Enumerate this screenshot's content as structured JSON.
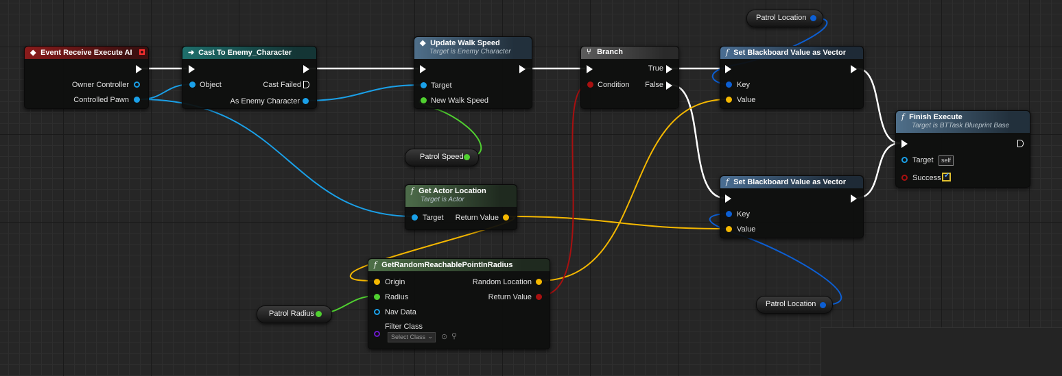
{
  "colors": {
    "exec": "#ffffff",
    "object": "#1aa0e8",
    "vector": "#f5b800",
    "float": "#50d030",
    "bool": "#a81010",
    "key": "#0c5fd4",
    "class": "#6a18c8"
  },
  "nodes": {
    "event": {
      "title": "Event Receive Execute AI",
      "icon": "event-diamond-icon",
      "pins": {
        "owner": "Owner Controller",
        "pawn": "Controlled Pawn"
      }
    },
    "cast": {
      "title": "Cast To Enemy_Character",
      "icon": "cast-arrow-icon",
      "pins": {
        "object": "Object",
        "failed": "Cast Failed",
        "as": "As Enemy Character"
      }
    },
    "walk": {
      "title": "Update Walk Speed",
      "subtitle": "Target is Enemy Character",
      "icon": "function-diamond-icon",
      "pins": {
        "target": "Target",
        "speed": "New Walk Speed"
      }
    },
    "branch": {
      "title": "Branch",
      "icon": "branch-icon",
      "pins": {
        "condition": "Condition",
        "true": "True",
        "false": "False"
      }
    },
    "setbb1": {
      "title": "Set Blackboard Value as Vector",
      "icon": "function-f-icon",
      "pins": {
        "key": "Key",
        "value": "Value"
      }
    },
    "setbb2": {
      "title": "Set Blackboard Value as Vector",
      "icon": "function-f-icon",
      "pins": {
        "key": "Key",
        "value": "Value"
      }
    },
    "finish": {
      "title": "Finish Execute",
      "subtitle": "Target is BTTask Blueprint Base",
      "icon": "function-f-icon",
      "pins": {
        "target": "Target",
        "target_default": "self",
        "success": "Success"
      },
      "success_checked": true
    },
    "actorloc": {
      "title": "Get Actor Location",
      "subtitle": "Target is Actor",
      "icon": "function-f-icon",
      "pins": {
        "target": "Target",
        "ret": "Return Value"
      }
    },
    "random": {
      "title": "GetRandomReachablePointInRadius",
      "icon": "function-f-icon",
      "pins": {
        "origin": "Origin",
        "radius": "Radius",
        "navdata": "Nav Data",
        "filter": "Filter Class",
        "randloc": "Random Location",
        "ret": "Return Value"
      },
      "filter_select": "Select Class"
    }
  },
  "vars": {
    "patrol_loc_top": "Patrol Location",
    "patrol_speed": "Patrol Speed",
    "patrol_radius": "Patrol Radius",
    "patrol_loc_bottom": "Patrol Location"
  }
}
